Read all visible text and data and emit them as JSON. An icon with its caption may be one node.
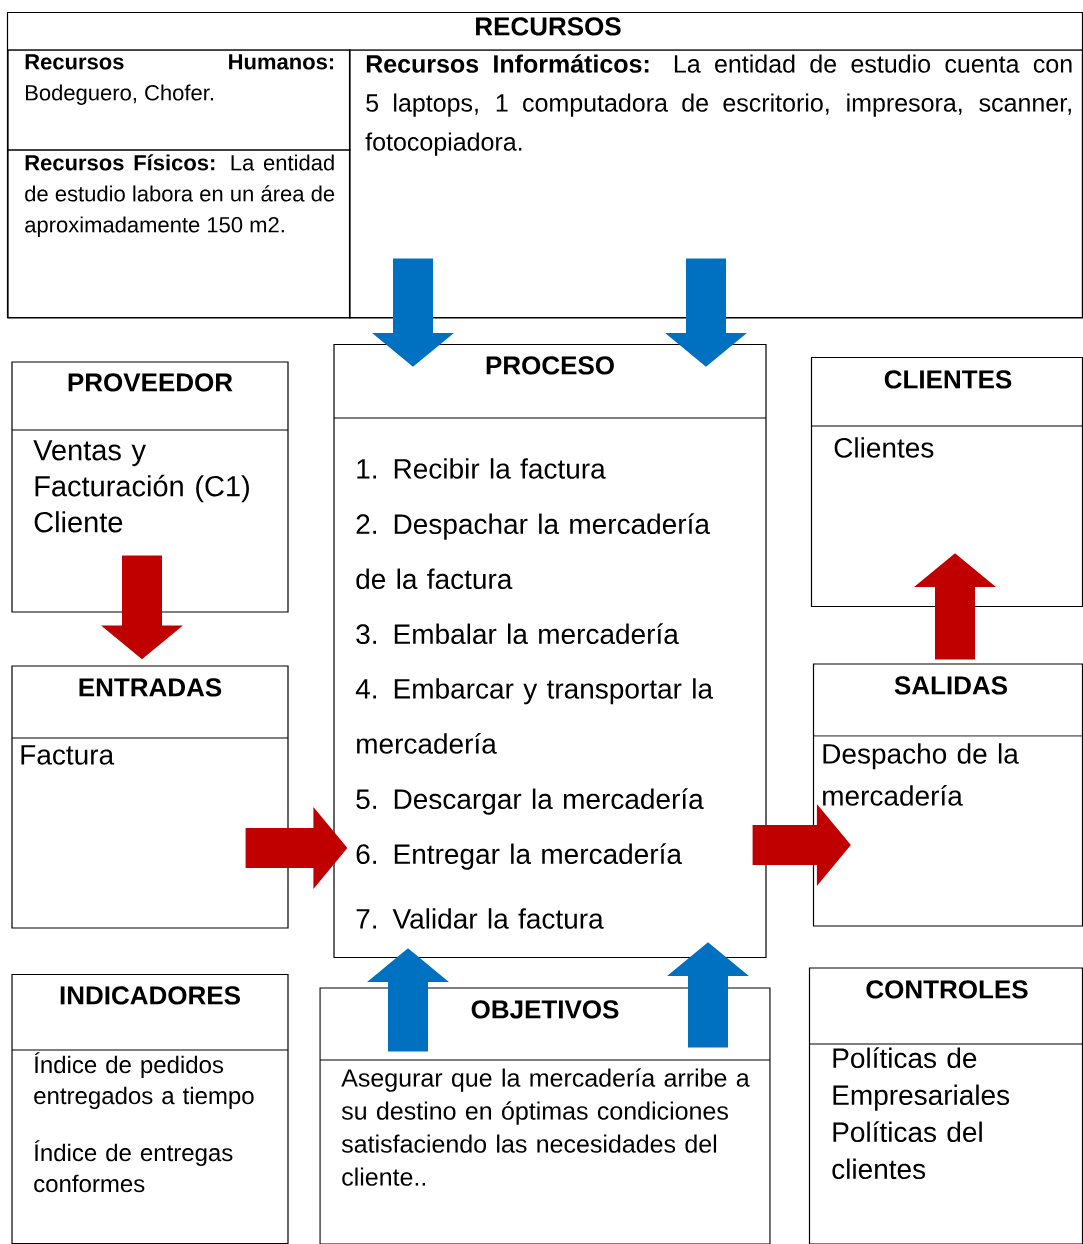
{
  "diagram": {
    "nodes": [
      {
        "text": [
          "RECURSOS"
        ]
      },
      {
        "text": [
          "**Recursos Humanos:** Bodeguero, Chofer."
        ],
        "in": 0
      },
      {
        "text": [
          "**Recursos Físicos:** La entidad de estudio labora en un área de aproximadamente 150 m2."
        ],
        "in": 0
      },
      {
        "text": [
          "**Recursos Informáticos:** La entidad de estudio cuenta con 5 laptops, 1 computadora de escritorio, impresora, scanner, fotocopiadora."
        ],
        "in": 0
      },
      {
        "text": [
          "PROVEEDOR",
          "Ventas y Facturación (C1) Cliente"
        ]
      },
      {
        "text": [
          "PROCESO",
          "1. Recibir la factura",
          "2. Despachar la mercadería de la factura",
          "3. Embalar la mercadería",
          "4. Embarcar y transportar la mercadería",
          "5. Descargar la mercadería",
          "6. Entregar la mercadería",
          "7. Validar la factura"
        ]
      },
      {
        "text": [
          "CLIENTES",
          "Clientes"
        ]
      },
      {
        "text": [
          "ENTRADAS",
          "Factura"
        ]
      },
      {
        "text": [
          "SALIDAS",
          "Despacho de la mercadería"
        ]
      },
      {
        "text": [
          "INDICADORES",
          "Índice de pedidos entregados a tiempo",
          "Índice de entregas conformes"
        ]
      },
      {
        "text": [
          "OBJETIVOS",
          "Asegurar que la mercadería arribe a su destino en óptimas condiciones satisfaciendo las necesidades del cliente.."
        ]
      },
      {
        "text": [
          "CONTROLES",
          "Políticas de Empresariales",
          "Políticas del clientes"
        ]
      }
    ],
    "edges": [
      {
        "from": 3,
        "to": 5,
        "arrow": "to",
        "color": "#0070c0"
      },
      {
        "from": 3,
        "to": 5,
        "arrow": "to",
        "color": "#0070c0"
      },
      {
        "from": 4,
        "to": 7,
        "arrow": "to",
        "color": "#c00000"
      },
      {
        "from": 7,
        "to": 5,
        "arrow": "to",
        "color": "#c00000"
      },
      {
        "from": 5,
        "to": 8,
        "arrow": "to",
        "color": "#c00000"
      },
      {
        "from": 8,
        "to": 6,
        "arrow": "to",
        "color": "#c00000"
      },
      {
        "from": 10,
        "to": 5,
        "arrow": "to",
        "color": "#0070c0"
      },
      {
        "from": 10,
        "to": 5,
        "arrow": "to",
        "color": "#0070c0"
      }
    ]
  }
}
